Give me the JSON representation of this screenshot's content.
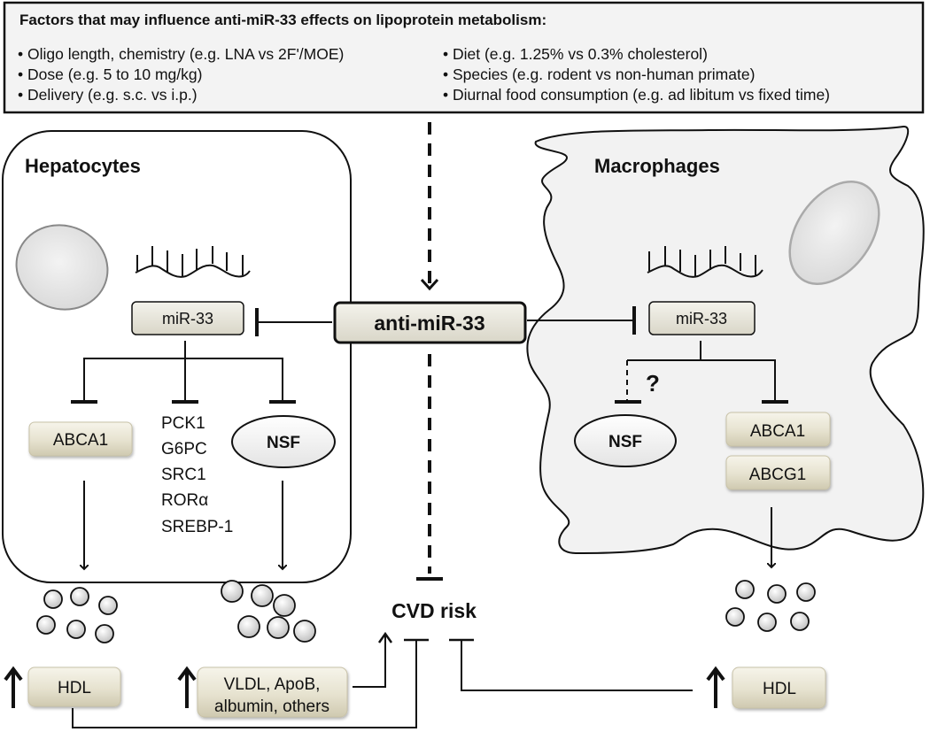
{
  "factors": {
    "title": "Factors that may influence anti-miR-33 effects on lipoprotein metabolism:",
    "left": [
      "• Oligo length, chemistry (e.g. LNA vs 2F'/MOE)",
      "• Dose (e.g. 5 to 10 mg/kg)",
      "• Delivery (e.g. s.c. vs i.p.)"
    ],
    "right": [
      "• Diet (e.g. 1.25% vs 0.3% cholesterol)",
      "• Species (e.g. rodent vs non-human primate)",
      "• Diurnal food consumption (e.g. ad libitum vs fixed time)"
    ]
  },
  "center": {
    "drug": "anti-miR-33",
    "outcome": "CVD risk"
  },
  "hepatocytes": {
    "title": "Hepatocytes",
    "mirna": "miR-33",
    "targets": {
      "abca1": "ABCA1",
      "genes": [
        "PCK1",
        "G6PC",
        "SRC1",
        "RORα",
        "SREBP-1"
      ],
      "nsf": "NSF"
    },
    "outputs": {
      "hdl": "HDL",
      "vldl_line1": "VLDL, ApoB,",
      "vldl_line2": "albumin, others"
    }
  },
  "macrophages": {
    "title": "Macrophages",
    "mirna": "miR-33",
    "question": "?",
    "targets": {
      "nsf": "NSF",
      "abca1": "ABCA1",
      "abcg1": "ABCG1"
    },
    "outputs": {
      "hdl": "HDL"
    }
  },
  "colors": {
    "box_fill_top": "#f4f2e8",
    "box_fill_bottom": "#d8d3bd",
    "panel_fill": "#f2f2f2",
    "stroke": "#111111"
  }
}
